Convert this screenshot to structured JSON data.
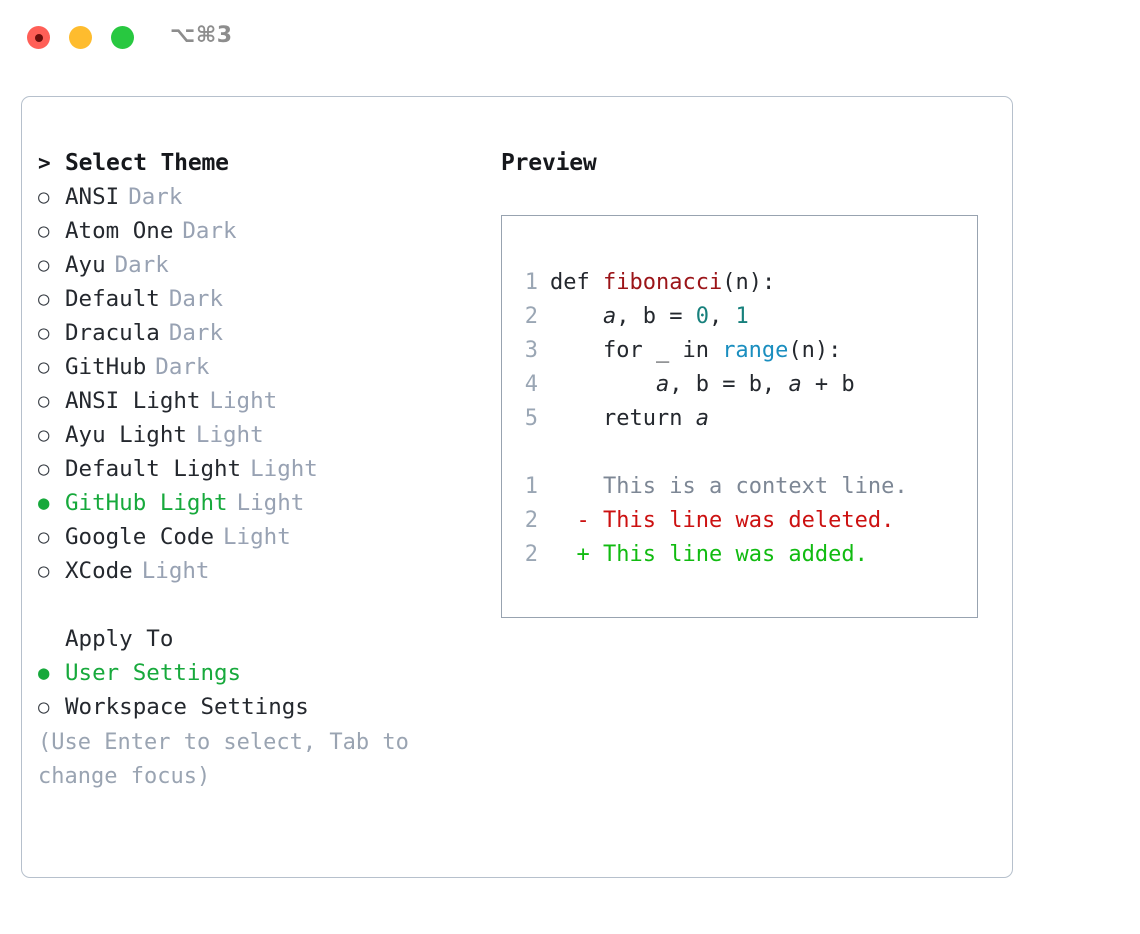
{
  "titlebar": {
    "shortcut": "⌥⌘3",
    "buttons": [
      {
        "name": "close",
        "color": "#ff5f57"
      },
      {
        "name": "minimize",
        "color": "#febc2e"
      },
      {
        "name": "zoom",
        "color": "#28c840"
      }
    ]
  },
  "theme_list": {
    "title": "Select Theme",
    "caret": ">",
    "bullet_selected": "●",
    "bullet_unselected": "○",
    "items": [
      {
        "label": "ANSI",
        "tag": "Dark",
        "selected": false
      },
      {
        "label": "Atom One",
        "tag": "Dark",
        "selected": false
      },
      {
        "label": "Ayu",
        "tag": "Dark",
        "selected": false
      },
      {
        "label": "Default",
        "tag": "Dark",
        "selected": false
      },
      {
        "label": "Dracula",
        "tag": "Dark",
        "selected": false
      },
      {
        "label": "GitHub",
        "tag": "Dark",
        "selected": false
      },
      {
        "label": "ANSI Light",
        "tag": "Light",
        "selected": false
      },
      {
        "label": "Ayu Light",
        "tag": "Light",
        "selected": false
      },
      {
        "label": "Default Light",
        "tag": "Light",
        "selected": false
      },
      {
        "label": "GitHub Light",
        "tag": "Light",
        "selected": true
      },
      {
        "label": "Google Code",
        "tag": "Light",
        "selected": false
      },
      {
        "label": "XCode",
        "tag": "Light",
        "selected": false
      }
    ]
  },
  "apply_to": {
    "title": "Apply To",
    "items": [
      {
        "label": "User Settings",
        "selected": true
      },
      {
        "label": "Workspace Settings",
        "selected": false
      }
    ]
  },
  "hint": "(Use Enter to select, Tab to change focus)",
  "preview": {
    "title": "Preview",
    "code_lines": [
      {
        "num": "1",
        "text": "def fibonacci(n):"
      },
      {
        "num": "2",
        "text": "    a, b = 0, 1"
      },
      {
        "num": "3",
        "text": "    for _ in range(n):"
      },
      {
        "num": "4",
        "text": "        a, b = b, a + b"
      },
      {
        "num": "5",
        "text": "    return a"
      }
    ],
    "diff_lines": [
      {
        "num": "1",
        "marker": " ",
        "text": "This is a context line.",
        "kind": "context"
      },
      {
        "num": "2",
        "marker": "-",
        "text": "This line was deleted.",
        "kind": "deleted"
      },
      {
        "num": "2",
        "marker": "+",
        "text": "This line was added.",
        "kind": "added"
      }
    ]
  },
  "colors": {
    "selection_green": "#17a93c",
    "diff_added": "#11bb11",
    "diff_deleted": "#cc1111",
    "function_name": "#9b1418",
    "number_literal": "#17807c",
    "builtin_call": "#1a8ebf",
    "muted_tag": "#98a2b3",
    "card_border": "#b6c0cc",
    "preview_border": "#98a3b0"
  }
}
